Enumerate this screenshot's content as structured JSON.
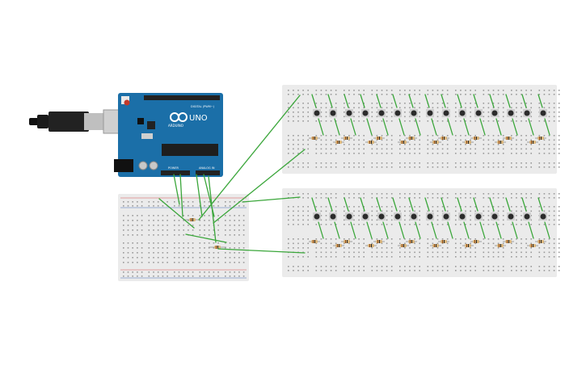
{
  "arduino": {
    "logo_text": "UNO",
    "brand_text": "ARDUINO",
    "digital_label": "DIGITAL (PWM~)",
    "power_label": "POWER",
    "analog_label": "ANALOG IN",
    "board_color": "#1b6fa8",
    "plug_color": "#1a1a1a"
  },
  "breadboards": [
    {
      "name": "small-breadboard",
      "button_count": 0,
      "resistor_count": 2
    },
    {
      "name": "top-breadboard",
      "button_count": 15,
      "resistor_count": 15
    },
    {
      "name": "bottom-breadboard",
      "button_count": 15,
      "resistor_count": 15
    }
  ],
  "colors": {
    "wire": "#3aa63a",
    "breadboard": "#ebebeb",
    "hole": "#9a9a9a",
    "rail_red": "#d9534f",
    "rail_blue": "#4a6fb5",
    "resistor_body": "#d8b47a",
    "button_body": "#2b2b2b"
  }
}
